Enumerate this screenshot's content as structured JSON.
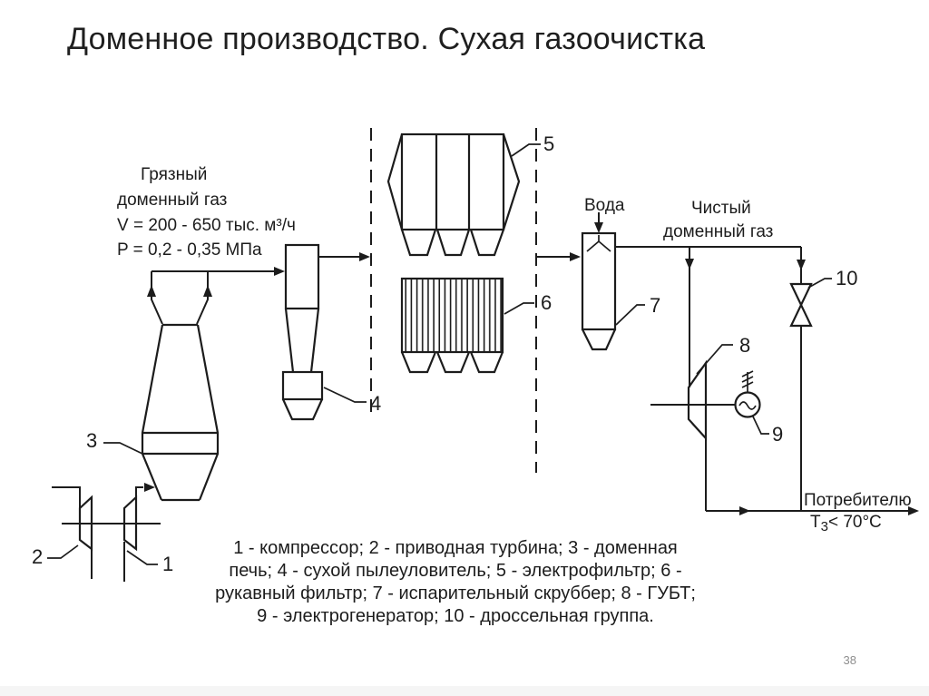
{
  "page": {
    "title": "Доменное производство. Сухая газоочистка",
    "page_number": "38"
  },
  "colors": {
    "ink": "#1c1c1c",
    "page_number_gray": "#8e8e8e",
    "background": "#ffffff"
  },
  "diagram": {
    "dirty_gas_line1": "Грязный",
    "dirty_gas_line2": "доменный газ",
    "dirty_gas_line3": "V = 200 - 650 тыс. м³/ч",
    "dirty_gas_line4": "P = 0,2 - 0,35 МПа",
    "water_label": "Вода",
    "clean_gas_line1": "Чистый",
    "clean_gas_line2": "доменный газ",
    "consumer_label": "Потребителю",
    "temp_symbol": "Т",
    "temp_subscript": "3",
    "temp_condition": "< 70°С",
    "num1": "1",
    "num2": "2",
    "num3": "3",
    "num4": "4",
    "num5": "5",
    "num6": "6",
    "num7": "7",
    "num8": "8",
    "num9": "9",
    "num10": "10"
  },
  "legend": {
    "line1": "1 - компрессор; 2 - приводная турбина; 3 - доменная",
    "line2": "печь; 4 - сухой пылеуловитель; 5 - электрофильтр; 6 -",
    "line3": "рукавный фильтр; 7 - испарительный скруббер; 8 - ГУБТ;",
    "line4": "9 - электрогенератор; 10 - дроссельная группа."
  }
}
